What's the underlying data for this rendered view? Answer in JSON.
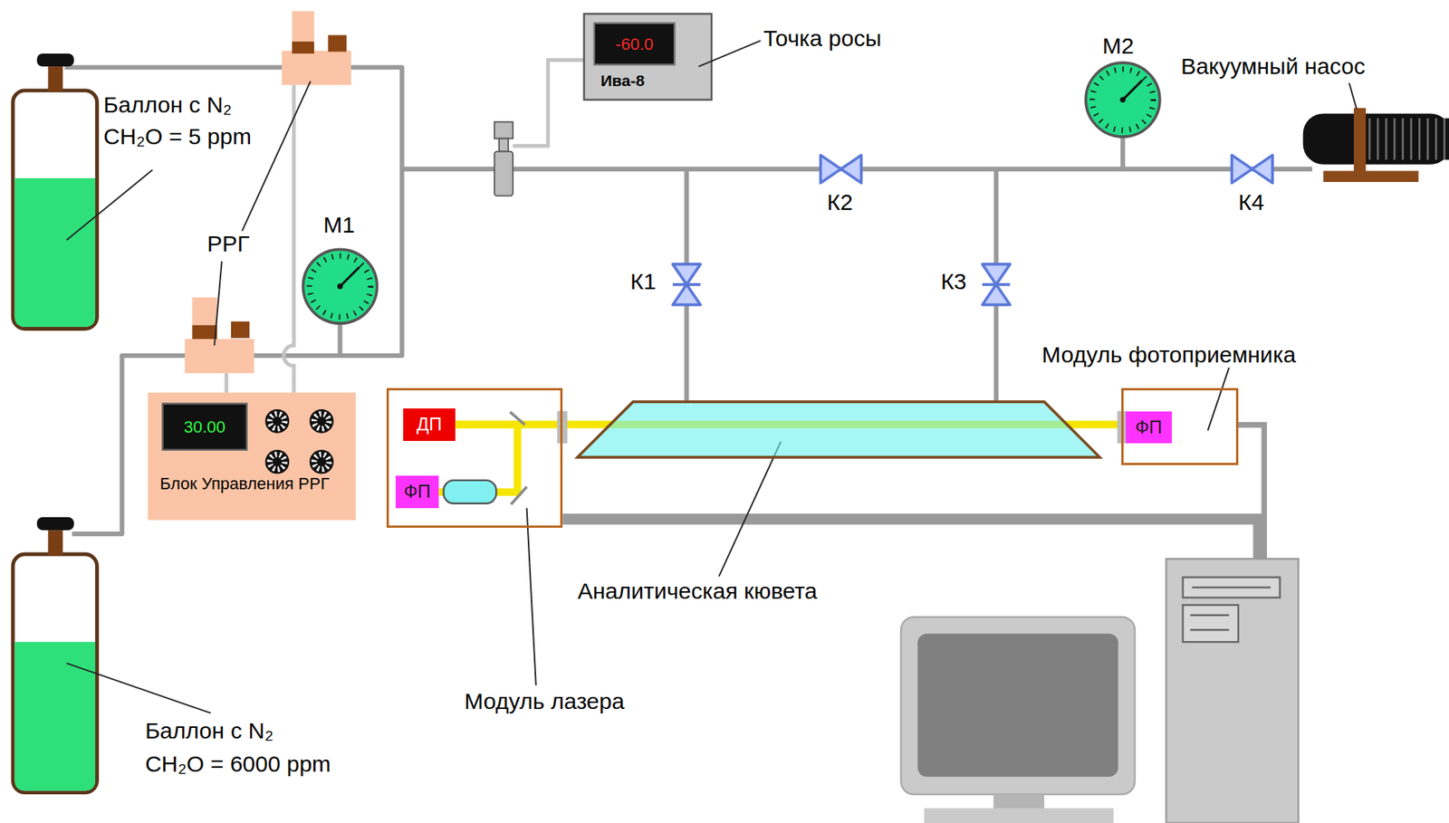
{
  "diagram": {
    "nodes": [
      {
        "text": [
          "-60.0",
          "Ива-8"
        ]
      },
      {
        "text": [
          "30.00",
          "Блок Управления РРГ"
        ]
      },
      {
        "text": [
          "Модуль лазера"
        ]
      },
      {
        "text": [
          "ДП"
        ],
        "in": 2
      },
      {
        "text": [
          "ФП"
        ],
        "in": 2
      },
      {
        "text": [
          "Модуль фотоприемника"
        ]
      },
      {
        "text": [
          "ФП"
        ],
        "in": 5
      }
    ],
    "edges": [
      {
        "from": 3,
        "to": 6,
        "arrow": "none"
      },
      {
        "from": 3,
        "to": 4,
        "arrow": "none"
      }
    ],
    "labels": [
      "Баллон с N₂",
      "CH₂O = 5 ppm",
      "РРГ",
      "М1",
      "Точка росы",
      "М2",
      "Вакуумный насос",
      "К2",
      "К4",
      "К1",
      "К3",
      "Аналитическая кювета",
      "Баллон с N₂",
      "CH₂O = 6000 ppm"
    ]
  }
}
